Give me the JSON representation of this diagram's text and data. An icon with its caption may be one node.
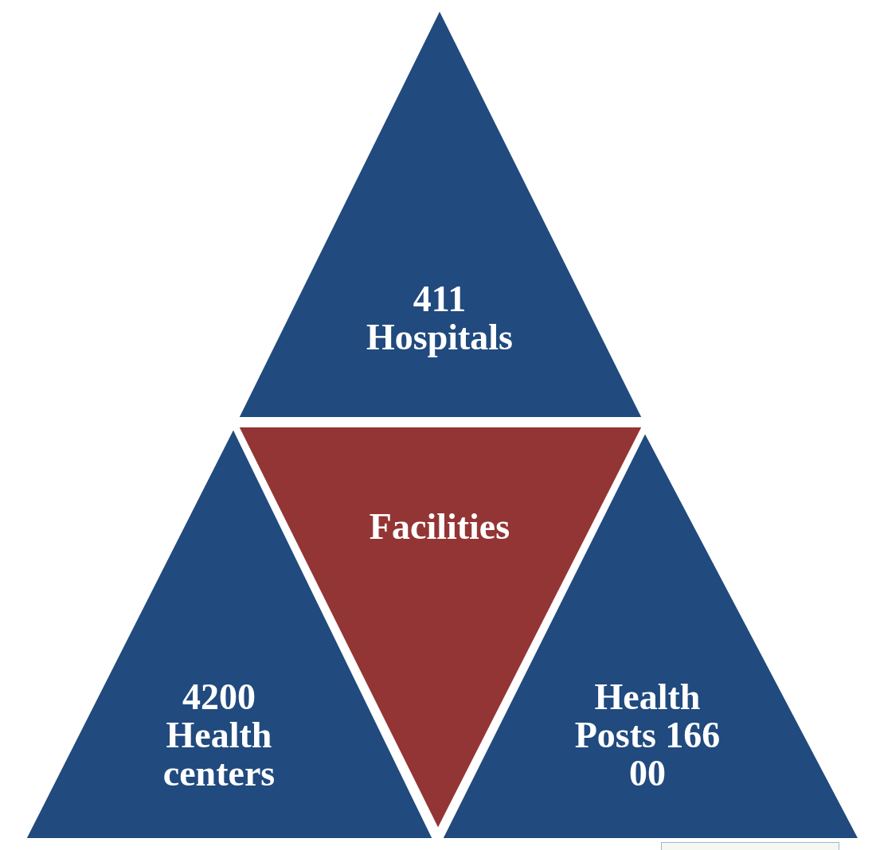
{
  "diagram": {
    "nodes": [
      {
        "text": [
          "411 Hospitals"
        ]
      },
      {
        "text": [
          "Facilities"
        ]
      },
      {
        "text": [
          "4200 Health centers"
        ]
      },
      {
        "text": [
          "Health Posts 166 00"
        ]
      }
    ]
  }
}
